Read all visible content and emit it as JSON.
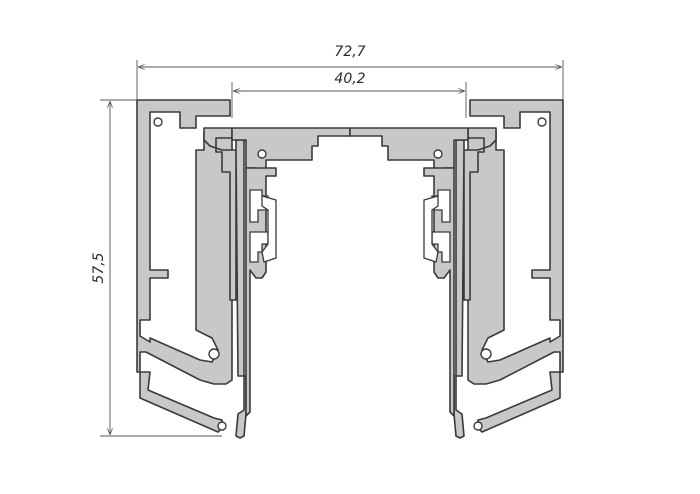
{
  "dimensions": {
    "overall_width": "72,7",
    "inner_width": "40,2",
    "height": "57,5"
  },
  "colors": {
    "profile_fill": "#c8c8c8",
    "outline": "#3a3a3a",
    "dimension_line": "#555555",
    "background": "#ffffff"
  }
}
